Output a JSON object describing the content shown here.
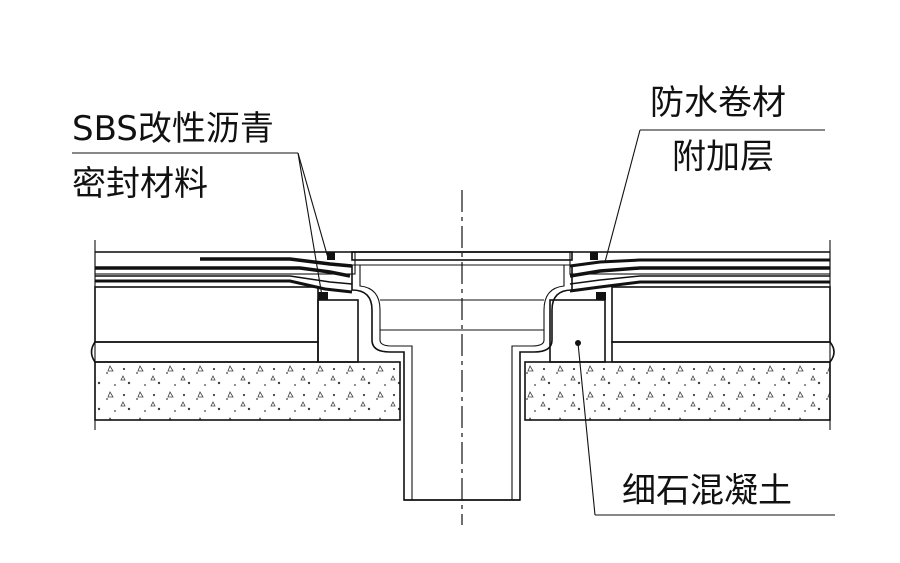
{
  "labels": {
    "sbs_line1": "SBS改性沥青",
    "sbs_line2": "密封材料",
    "membrane_line1": "防水卷材",
    "membrane_line2": "附加层",
    "concrete": "细石混凝土"
  }
}
